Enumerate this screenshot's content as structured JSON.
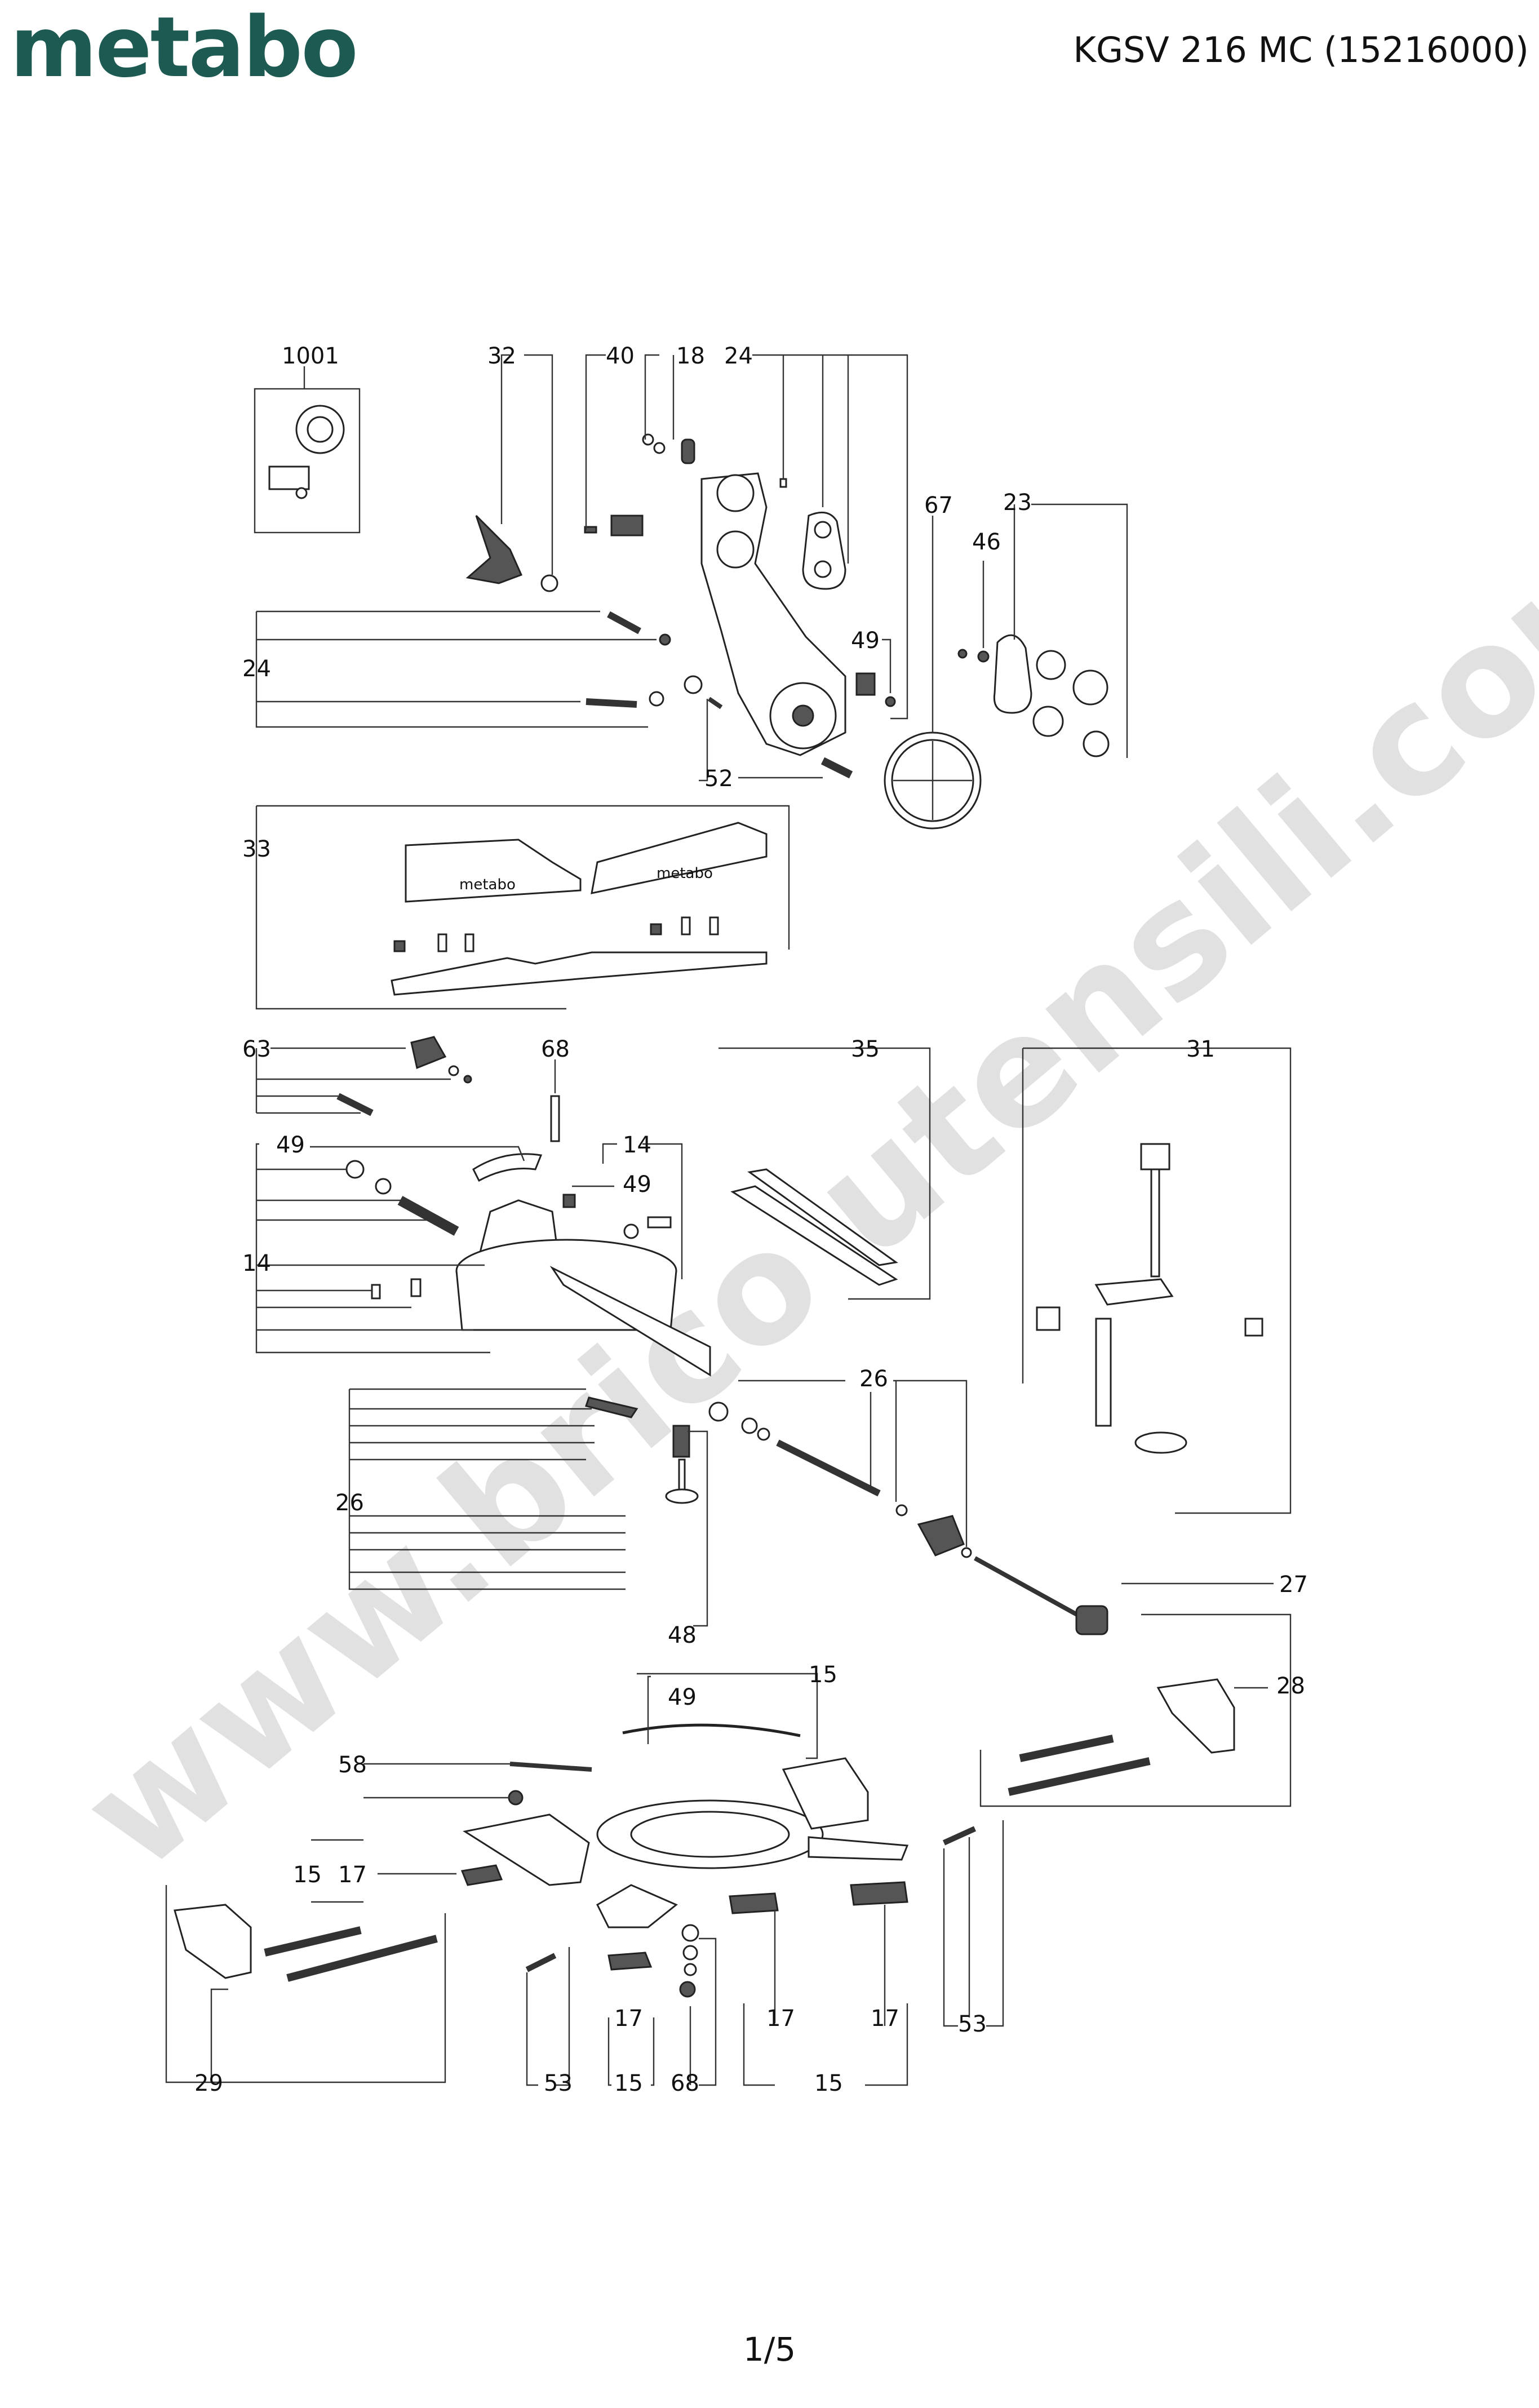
{
  "header": {
    "brand": "metabo",
    "registered": "®",
    "model": "KGSV 216 MC (15216000)"
  },
  "footer": {
    "page": "1/5"
  },
  "watermark": "www.brico utensili.com",
  "callouts": {
    "c1001": "1001",
    "c32": "32",
    "c40": "40",
    "c18": "18",
    "c24a": "24",
    "c67": "67",
    "c23": "23",
    "c46": "46",
    "c24b": "24",
    "c49a": "49",
    "c52": "52",
    "c33": "33",
    "c63": "63",
    "c68a": "68",
    "c35": "35",
    "c31": "31",
    "c49b": "49",
    "c14a": "14",
    "c49c": "49",
    "c14b": "14",
    "c26a": "26",
    "c26b": "26",
    "c27": "27",
    "c48": "48",
    "c15a": "15",
    "c49d": "49",
    "c28": "28",
    "c58": "58",
    "c15b": "15",
    "c17a": "17",
    "c29": "29",
    "c53a": "53",
    "c15c": "15",
    "c17b": "17",
    "c68b": "68",
    "c17c": "17",
    "c15d": "15",
    "c17d": "17",
    "c53b": "53"
  },
  "part_text": {
    "fence_left": "metabo",
    "fence_right": "metabo"
  },
  "colors": {
    "brand": "#1d5a52",
    "ink": "#111111",
    "watermark": "#c9c9c9"
  }
}
